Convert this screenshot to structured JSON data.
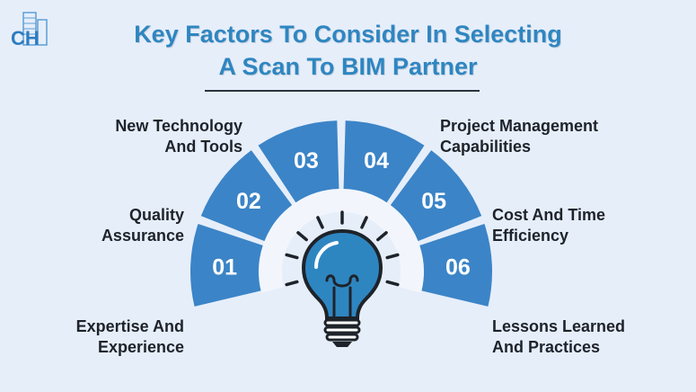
{
  "title": {
    "line1": "Key Factors To Consider In Selecting",
    "line2": "A Scan To BIM Partner"
  },
  "logo": {
    "text": "CH"
  },
  "colors": {
    "background": "#e6eefa",
    "title": "#2e86c1",
    "segment": "#3b84c7",
    "inner_ring": "#f2f6fc",
    "bulb": "#2e86c1",
    "icon_stroke": "#1e232a"
  },
  "factors": [
    {
      "number": "01",
      "line1": "Expertise And",
      "line2": "Experience"
    },
    {
      "number": "02",
      "line1": "Quality",
      "line2": "Assurance"
    },
    {
      "number": "03",
      "line1": "New Technology",
      "line2": "And Tools"
    },
    {
      "number": "04",
      "line1": "Project Management",
      "line2": "Capabilities"
    },
    {
      "number": "05",
      "line1": "Cost And Time",
      "line2": "Efficiency"
    },
    {
      "number": "06",
      "line1": "Lessons Learned",
      "line2": "And Practices"
    }
  ],
  "center_icon": "lightbulb-icon"
}
